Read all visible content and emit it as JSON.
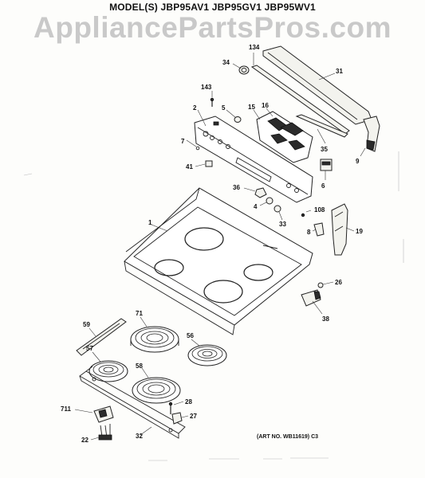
{
  "header": {
    "models": "MODEL(S) JBP95AV1  JBP95GV1  JBP95WV1"
  },
  "watermark": "AppliancePartsPros.com",
  "callouts": {
    "c134": "134",
    "c34": "34",
    "c31": "31",
    "c143": "143",
    "c2": "2",
    "c5": "5",
    "c15": "15",
    "c16": "16",
    "c7": "7",
    "c35": "35",
    "c41": "41",
    "c9": "9",
    "c6": "6",
    "c36": "36",
    "c4": "4",
    "c33": "33",
    "c108": "108",
    "c1": "1",
    "c8": "8",
    "c19": "19",
    "c26": "26",
    "c38": "38",
    "c71": "71",
    "c59": "59",
    "c56": "56",
    "c57": "57",
    "c58": "58",
    "c28": "28",
    "c711": "711",
    "c27": "27",
    "c22": "22",
    "c32": "32"
  },
  "art_number": "(ART NO. WB11619) C3"
}
